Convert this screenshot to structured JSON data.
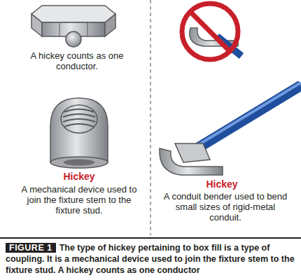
{
  "diagram": {
    "caption": "The type of hickey pertaining to box fill is a type of coupling. It is a mechanical device used to join the fixture stem to the fixture stud. A hickey counts as one conductor",
    "labels": [
      "A hickey counts as one conductor.",
      "Hickey",
      "A mechanical device used to join the fixture stem to the fixture stud.",
      "Hickey",
      "A conduit bender used to bend small sizes of rigid-metal conduit.",
      "FIGURE 1"
    ]
  }
}
